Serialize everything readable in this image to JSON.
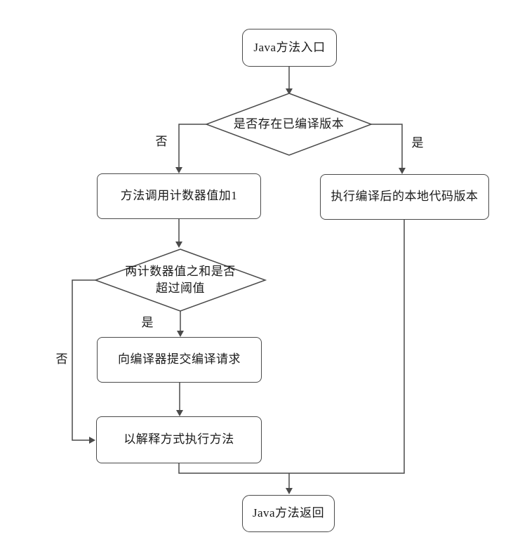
{
  "flowchart": {
    "nodes": {
      "start": "Java方法入口",
      "check_compiled": "是否存在已编译版本",
      "inc_counter": "方法调用计数器值加1",
      "exec_native": "执行编译后的本地代码版本",
      "check_threshold": "两计数器值之和是否\n超过阈值",
      "submit_request": "向编译器提交编译请求",
      "interpret_exec": "以解释方式执行方法",
      "end": "Java方法返回"
    },
    "edge_labels": {
      "check_compiled_no": "否",
      "check_compiled_yes": "是",
      "check_threshold_yes": "是",
      "check_threshold_no": "否"
    },
    "colors": {
      "line": "#4a4a4a",
      "node_fill": "#ffffff",
      "text": "#1a1a1a",
      "background": "#ffffff"
    }
  }
}
